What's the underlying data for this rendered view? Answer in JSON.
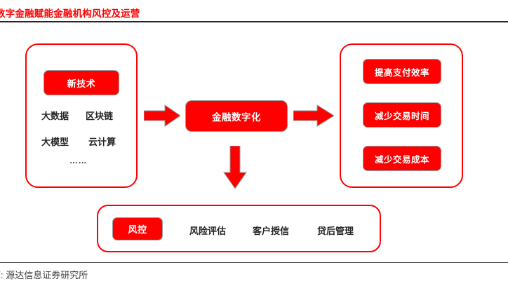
{
  "header": {
    "title": "数字金融赋能金融机构风控及运营"
  },
  "footer": {
    "source": "源: 源达信息证券研究所"
  },
  "colors": {
    "accent_red": "#ff0000",
    "text_dark": "#262626",
    "rule_dark": "#262626",
    "button_text": "#ffffff",
    "button_border": "#9a9a9a"
  },
  "diagram": {
    "type": "flow",
    "left_box": {
      "heading": "新技术",
      "items": [
        "大数据",
        "区块链",
        "大模型",
        "云计算"
      ],
      "ellipsis": "……"
    },
    "center_node": {
      "label": "金融数字化"
    },
    "right_box": {
      "items": [
        "提高支付效率",
        "减少交易时间",
        "减少交易成本"
      ]
    },
    "bottom_box": {
      "heading": "风控",
      "items": [
        "风险评估",
        "客户授信",
        "贷后管理"
      ]
    },
    "arrows": [
      {
        "name": "left-to-center",
        "direction": "right"
      },
      {
        "name": "center-to-right",
        "direction": "right"
      },
      {
        "name": "center-to-bottom",
        "direction": "down"
      }
    ]
  }
}
